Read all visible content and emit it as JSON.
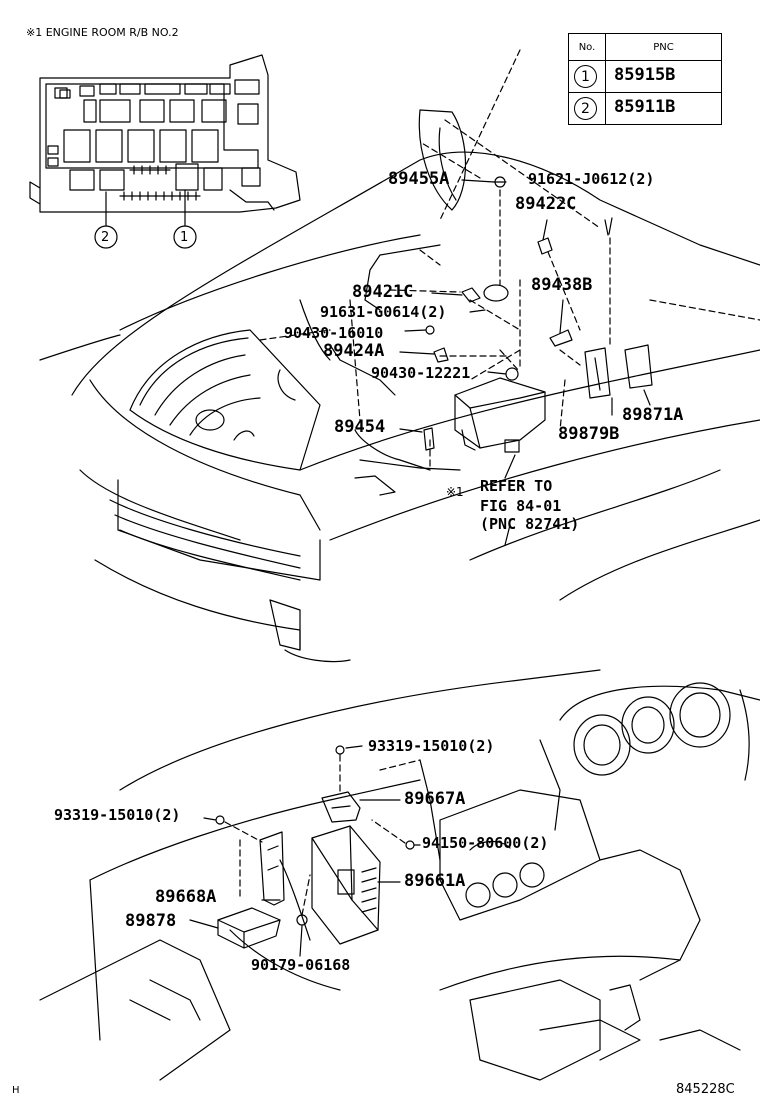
{
  "inset": {
    "title": "※1  ENGINE ROOM R/B NO.2",
    "callouts": [
      "2",
      "1"
    ]
  },
  "table": {
    "header_no": "No.",
    "header_pnc": "PNC",
    "rows": [
      {
        "no": "1",
        "pnc": "85915B"
      },
      {
        "no": "2",
        "pnc": "85911B"
      }
    ]
  },
  "upper_labels": {
    "p89455A": "89455A",
    "p91621": "91621-J0612(2)",
    "p89422C": "89422C",
    "p89421C": "89421C",
    "p89438B": "89438B",
    "p91631": "91631-G0614(2)",
    "p90430_16010": "90430-16010",
    "p89424A": "89424A",
    "p90430_12221": "90430-12221",
    "p89454": "89454",
    "p89879B": "89879B",
    "p89871A": "89871A",
    "refer_mark": "※1",
    "refer_line1": "REFER TO",
    "refer_line2": "FIG 84-01",
    "refer_line3": "(PNC 82741)"
  },
  "lower_labels": {
    "p93319_top": "93319-15010(2)",
    "p93319_left": "93319-15010(2)",
    "p89667A": "89667A",
    "p94150": "94150-80600(2)",
    "p89661A": "89661A",
    "p89668A": "89668A",
    "p89878": "89878",
    "p90179": "90179-06168"
  },
  "footer": {
    "left_code": "H",
    "right_code": "845228C"
  }
}
